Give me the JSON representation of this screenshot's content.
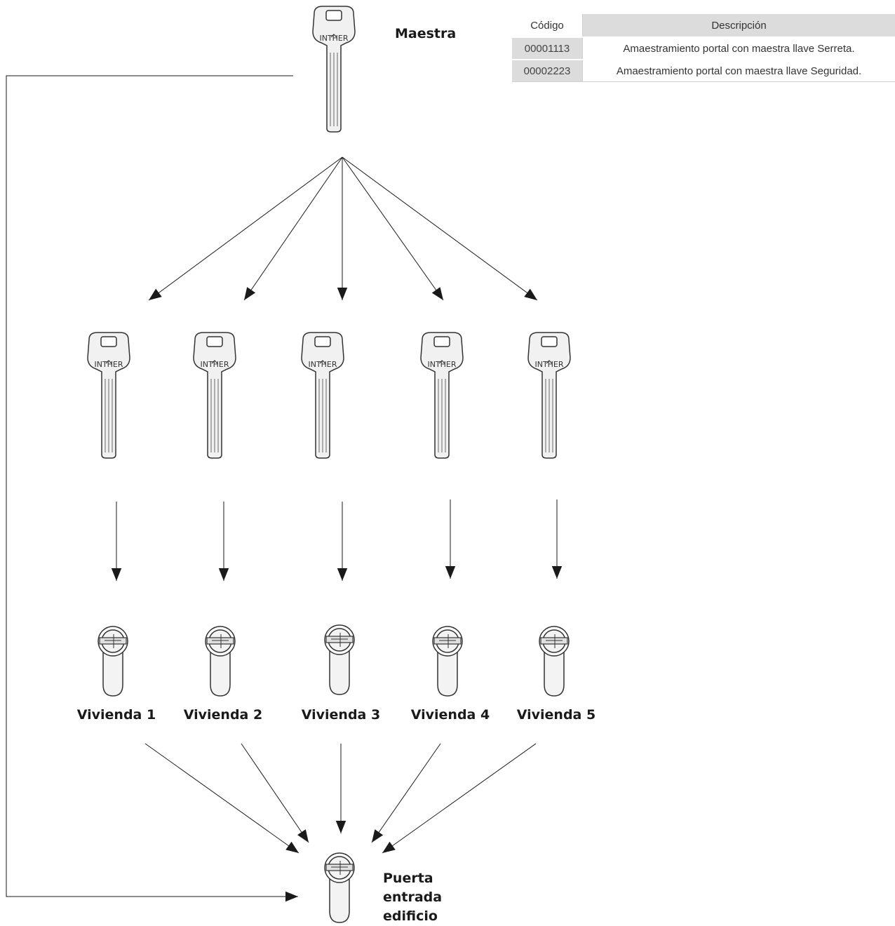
{
  "master": {
    "label": "Maestra",
    "brand": "INTHER"
  },
  "apartments": [
    {
      "label": "Vivienda 1",
      "brand": "INTHER"
    },
    {
      "label": "Vivienda 2",
      "brand": "INTHER"
    },
    {
      "label": "Vivienda 3",
      "brand": "INTHER"
    },
    {
      "label": "Vivienda 4",
      "brand": "INTHER"
    },
    {
      "label": "Vivienda 5",
      "brand": "INTHER"
    }
  ],
  "entrance": {
    "label": "Puerta entrada edificio"
  },
  "table": {
    "headers": [
      "Código",
      "Descripción"
    ],
    "rows": [
      [
        "00001113",
        "Amaestramiento portal con maestra llave Serreta."
      ],
      [
        "00002223",
        "Amaestramiento portal con maestra llave Seguridad."
      ]
    ]
  },
  "colors": {
    "line": "#1a1a1a",
    "key_fill": "#f1f1f1",
    "key_stroke": "#333333",
    "table_header": "#dcdcdc"
  }
}
